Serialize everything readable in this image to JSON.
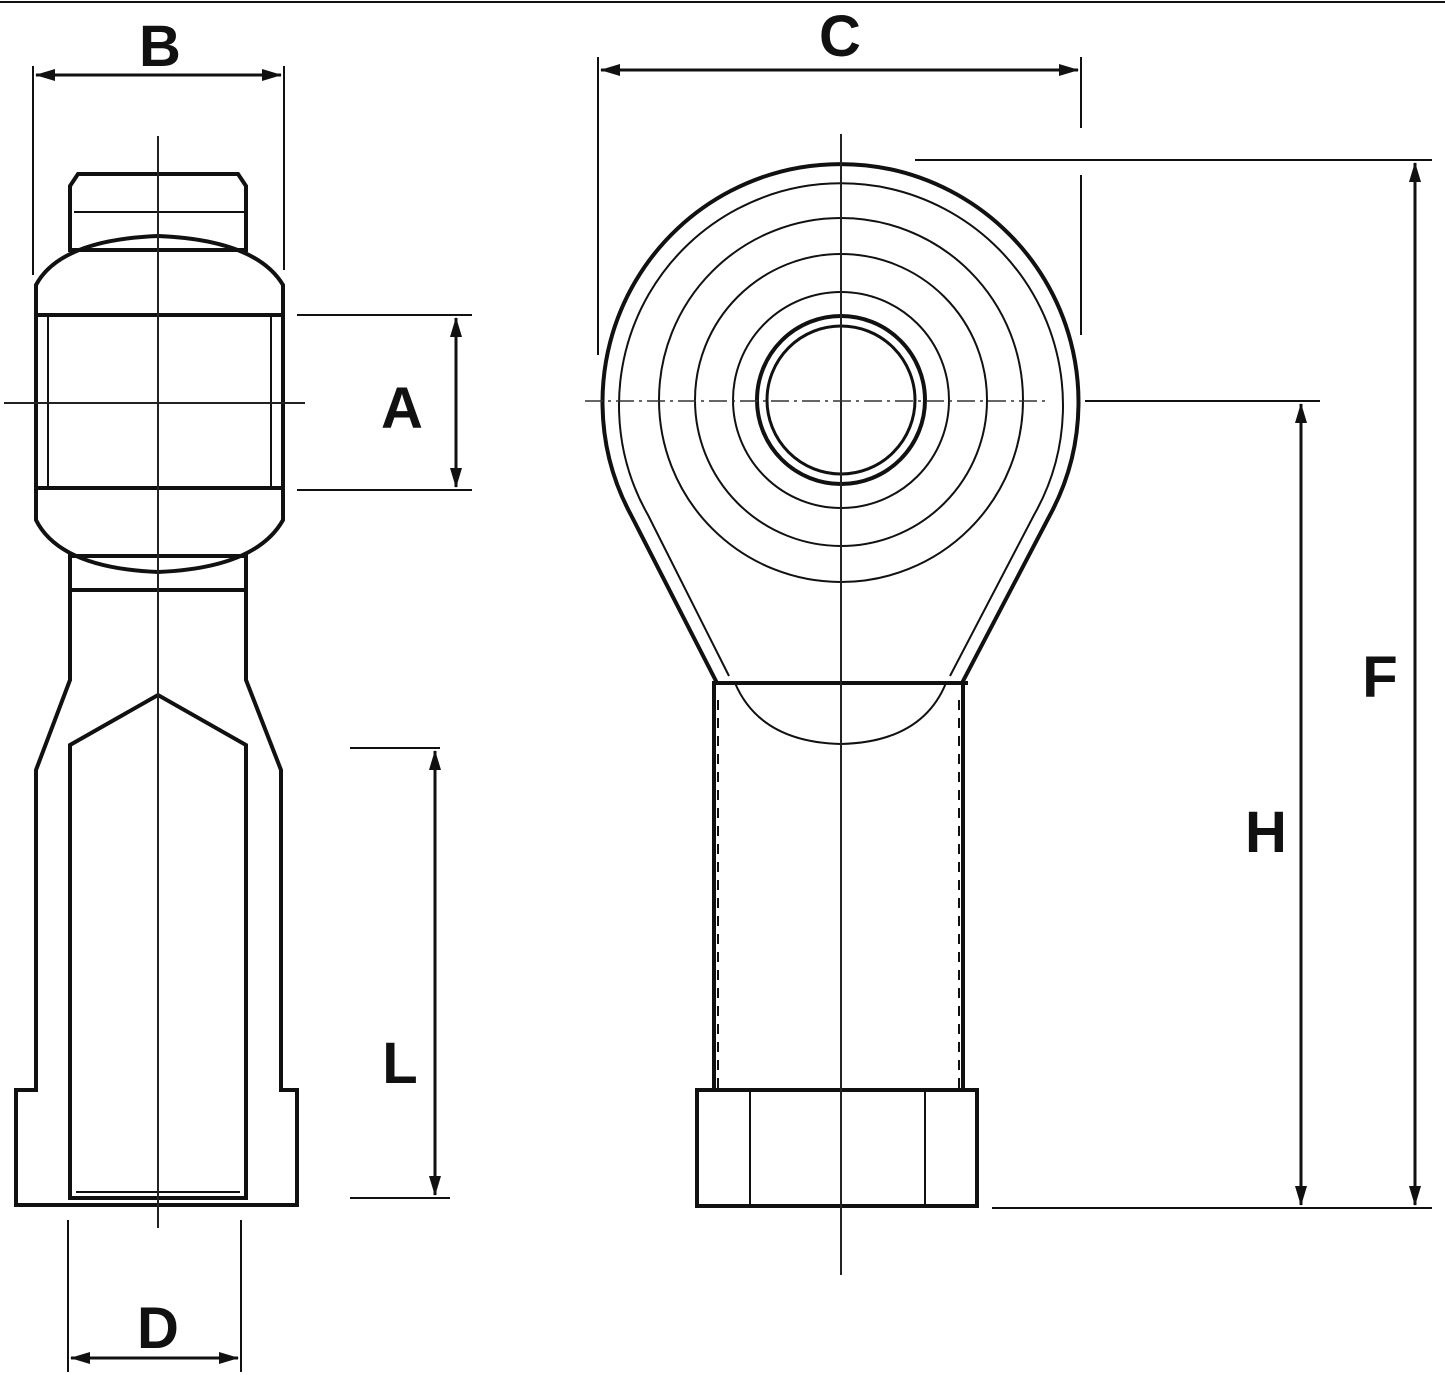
{
  "labels": {
    "A": "A",
    "B": "B",
    "C": "C",
    "D": "D",
    "F": "F",
    "H": "H",
    "L": "L"
  },
  "colors": {
    "line": "#111111",
    "background": "#ffffff"
  }
}
